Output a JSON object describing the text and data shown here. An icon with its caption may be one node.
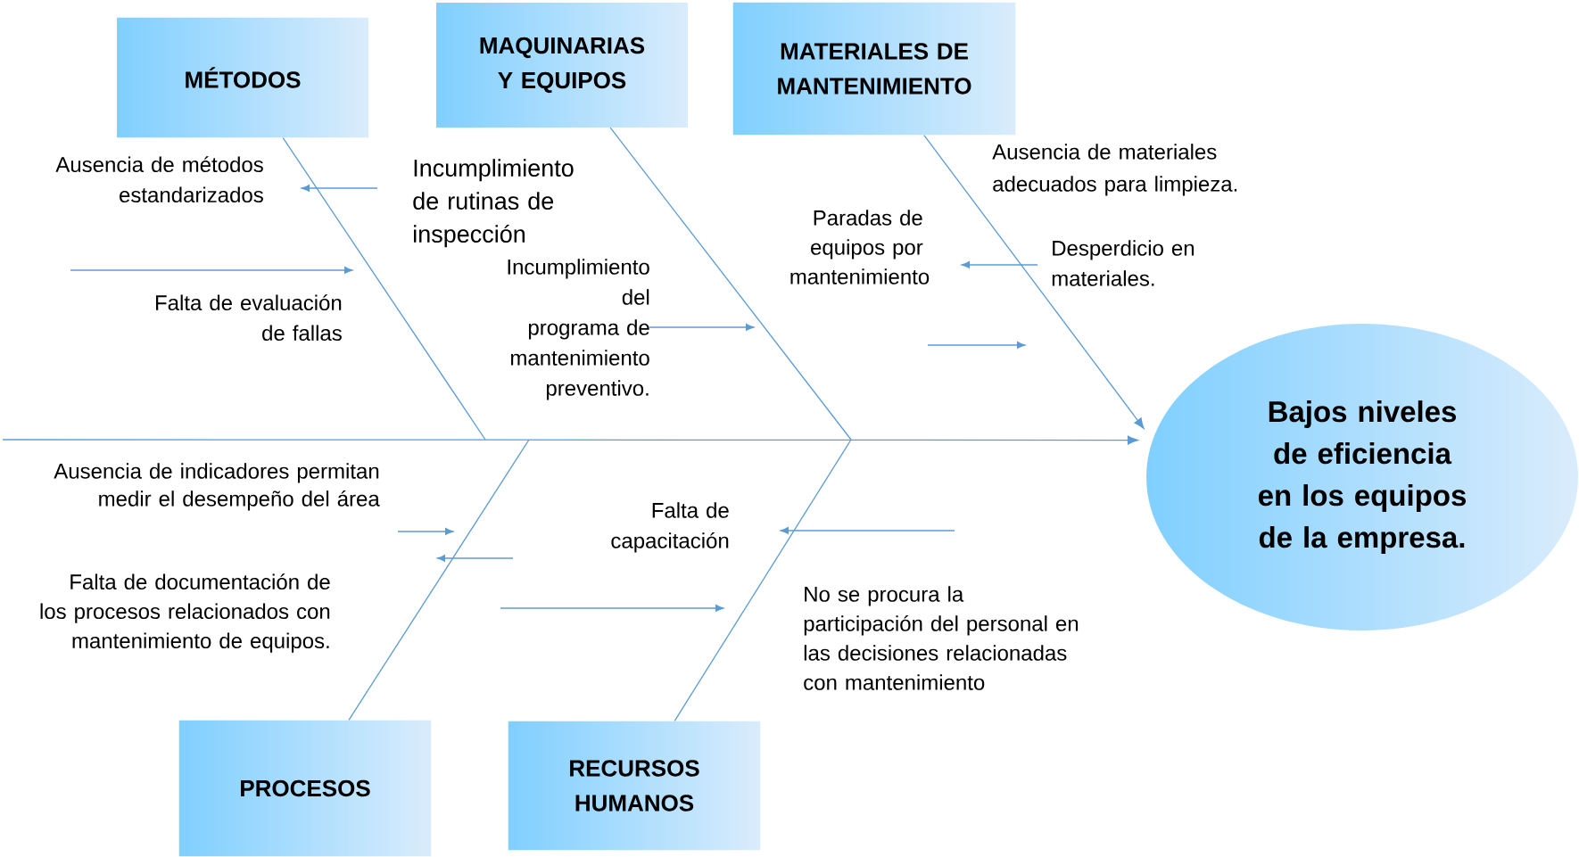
{
  "diagram": {
    "nodes": [
      {
        "text": [
          "MÉTODOS"
        ]
      },
      {
        "text": [
          "MAQUINARIAS Y EQUIPOS"
        ]
      },
      {
        "text": [
          "MATERIALES DE MANTENIMIENTO"
        ]
      },
      {
        "text": [
          "PROCESOS"
        ]
      },
      {
        "text": [
          "RECURSOS HUMANOS"
        ]
      },
      {
        "text": [
          "Bajos niveles de eficiencia en los equipos de la empresa."
        ]
      }
    ],
    "edges": [
      {
        "from": null,
        "to": 5,
        "arrow": "to"
      },
      {
        "from": 0,
        "to": null,
        "arrow": "none"
      },
      {
        "from": 1,
        "to": null,
        "arrow": "none"
      },
      {
        "from": 2,
        "to": 5,
        "arrow": "to"
      },
      {
        "from": 3,
        "to": null,
        "arrow": "none"
      },
      {
        "from": 4,
        "to": null,
        "arrow": "none"
      }
    ],
    "labels": [
      "Ausencia de métodos estandarizados",
      "Incumplimiento de rutinas de inspección",
      "Ausencia de materiales adecuados para limpieza.",
      "Paradas de equipos por mantenimiento",
      "Desperdicio en materiales.",
      "Incumplimiento del programa de mantenimiento preventivo.",
      "Falta de evaluación de fallas",
      "Ausencia de indicadores permitan medir el desempeño del área",
      "Falta de capacitación",
      "Falta de documentación de los procesos relacionados con mantenimiento de equipos.",
      "No se procura la participación del personal en las decisiones relacionadas con mantenimiento"
    ]
  }
}
